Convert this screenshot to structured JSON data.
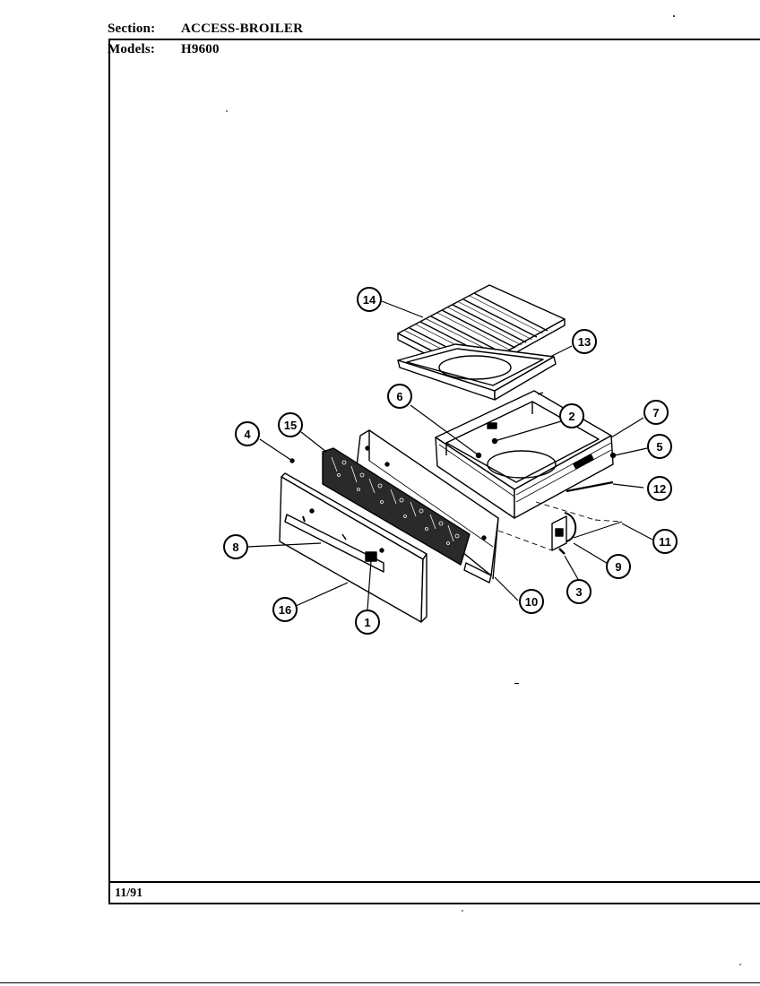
{
  "header": {
    "section_label": "Section:",
    "section_value": "ACCESS-BROILER",
    "models_label": "Models:",
    "models_value": "H9600"
  },
  "footer": {
    "date": "11/91"
  },
  "callouts": [
    {
      "id": "callout-1",
      "number": "1"
    },
    {
      "id": "callout-2",
      "number": "2"
    },
    {
      "id": "callout-3",
      "number": "3"
    },
    {
      "id": "callout-4",
      "number": "4"
    },
    {
      "id": "callout-5",
      "number": "5"
    },
    {
      "id": "callout-6",
      "number": "6"
    },
    {
      "id": "callout-7",
      "number": "7"
    },
    {
      "id": "callout-8",
      "number": "8"
    },
    {
      "id": "callout-9",
      "number": "9"
    },
    {
      "id": "callout-10",
      "number": "10"
    },
    {
      "id": "callout-11",
      "number": "11"
    },
    {
      "id": "callout-12",
      "number": "12"
    },
    {
      "id": "callout-13",
      "number": "13"
    },
    {
      "id": "callout-14",
      "number": "14"
    },
    {
      "id": "callout-15",
      "number": "15"
    },
    {
      "id": "callout-16",
      "number": "16"
    }
  ]
}
